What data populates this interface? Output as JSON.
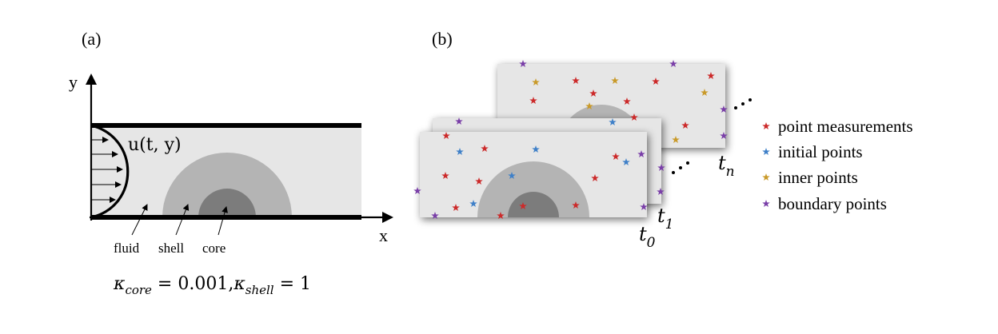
{
  "panel_a": {
    "label": "(a)",
    "axis_y": "y",
    "axis_x": "x",
    "velocity_label": "u(t, y)",
    "region_labels": {
      "fluid": "fluid",
      "shell": "shell",
      "core": "core"
    },
    "equation": {
      "kappa": "κ",
      "core_sub": "core",
      "core_value": " = 0.001,",
      "shell_sub": "shell",
      "shell_value": " = 1"
    }
  },
  "panel_b": {
    "label": "(b)",
    "time_labels": {
      "t0": "t",
      "t0_sub": "0",
      "t1": "t",
      "t1_sub": "1",
      "tn": "t",
      "tn_sub": "n"
    },
    "ellipsis": "..."
  },
  "legend": [
    {
      "label": "point measurements",
      "color": "#cc2a2a",
      "icon": "star-icon"
    },
    {
      "label": "initial points",
      "color": "#3f80c8",
      "icon": "star-icon"
    },
    {
      "label": "inner points",
      "color": "#c99a2a",
      "icon": "star-icon"
    },
    {
      "label": "boundary points",
      "color": "#7a3fa8",
      "icon": "star-icon"
    }
  ],
  "colors": {
    "fluid": "#e6e6e6",
    "shell": "#b4b4b4",
    "core": "#7c7c7c",
    "wall": "#000000",
    "measurement": "#cc2a2a",
    "initial": "#3f80c8",
    "inner": "#c99a2a",
    "boundary": "#7a3fa8"
  }
}
